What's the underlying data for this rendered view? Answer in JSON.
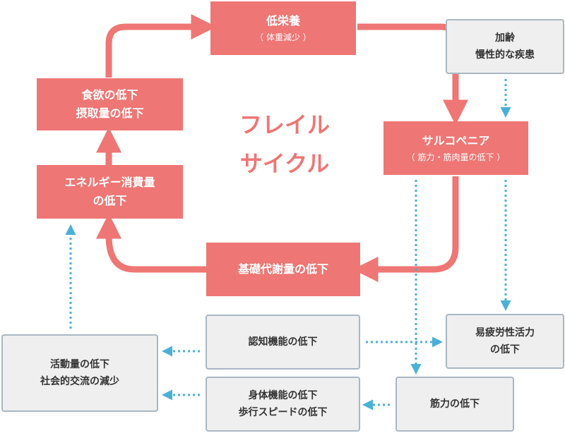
{
  "center": {
    "line1": "フレイル",
    "line2": "サイクル"
  },
  "nodes": {
    "undernutrition": {
      "title": "低栄養",
      "sub": "（ 体重減少 ）"
    },
    "aging": {
      "line1": "加齢",
      "line2": "慢性的な疾患"
    },
    "sarcopenia": {
      "title": "サルコペニア",
      "sub": "（ 筋力・筋肉量の低下 ）"
    },
    "appetite": {
      "line1": "食欲の低下",
      "line2": "摂取量の低下"
    },
    "energy": {
      "line1": "エネルギー消費量",
      "line2": "の低下"
    },
    "basal_metabolism": {
      "title": "基礎代謝量の低下"
    },
    "cognitive": {
      "line1": "認知機能の低下"
    },
    "fatigue": {
      "line1": "易疲労性活力",
      "line2": "の低下"
    },
    "activity": {
      "line1": "活動量の低下",
      "line2": "社会的交流の減少"
    },
    "physical": {
      "line1": "身体機能の低下",
      "line2": "歩行スピードの低下"
    },
    "strength": {
      "line1": "筋力の低下"
    }
  },
  "colors": {
    "cycle_red": "#ee7674",
    "dotted_blue": "#4bb0d6",
    "gray_fill": "#efefef",
    "gray_border": "#a9b7c4"
  }
}
